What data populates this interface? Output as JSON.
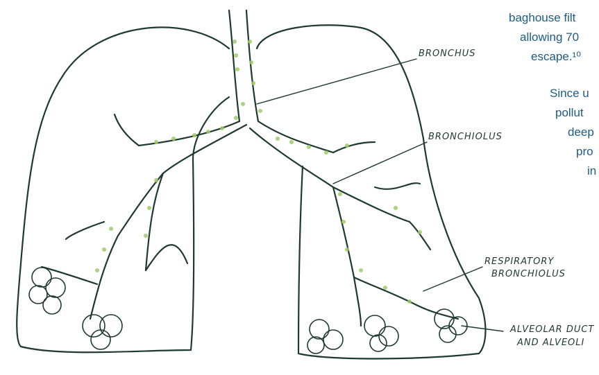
{
  "paragraph_lines": [
    "baghouse filt",
    "allowing 70",
    "escape.¹⁰",
    "Since u",
    "pollut",
    "deep",
    "pro",
    "in"
  ],
  "labels": {
    "bronchus": "BRONCHUS",
    "bronchiolus": "BRONCHIOLUS",
    "respiratory_line1": "RESPIRATORY",
    "respiratory_line2": "BRONCHIOLUS",
    "alveolar_line1": "ALVEOLAR DUCT",
    "alveolar_line2": "AND ALVEOLI"
  },
  "colors": {
    "ink": "#1f3a2c",
    "particles": "#9fca6a",
    "text": "#1d5b84"
  }
}
